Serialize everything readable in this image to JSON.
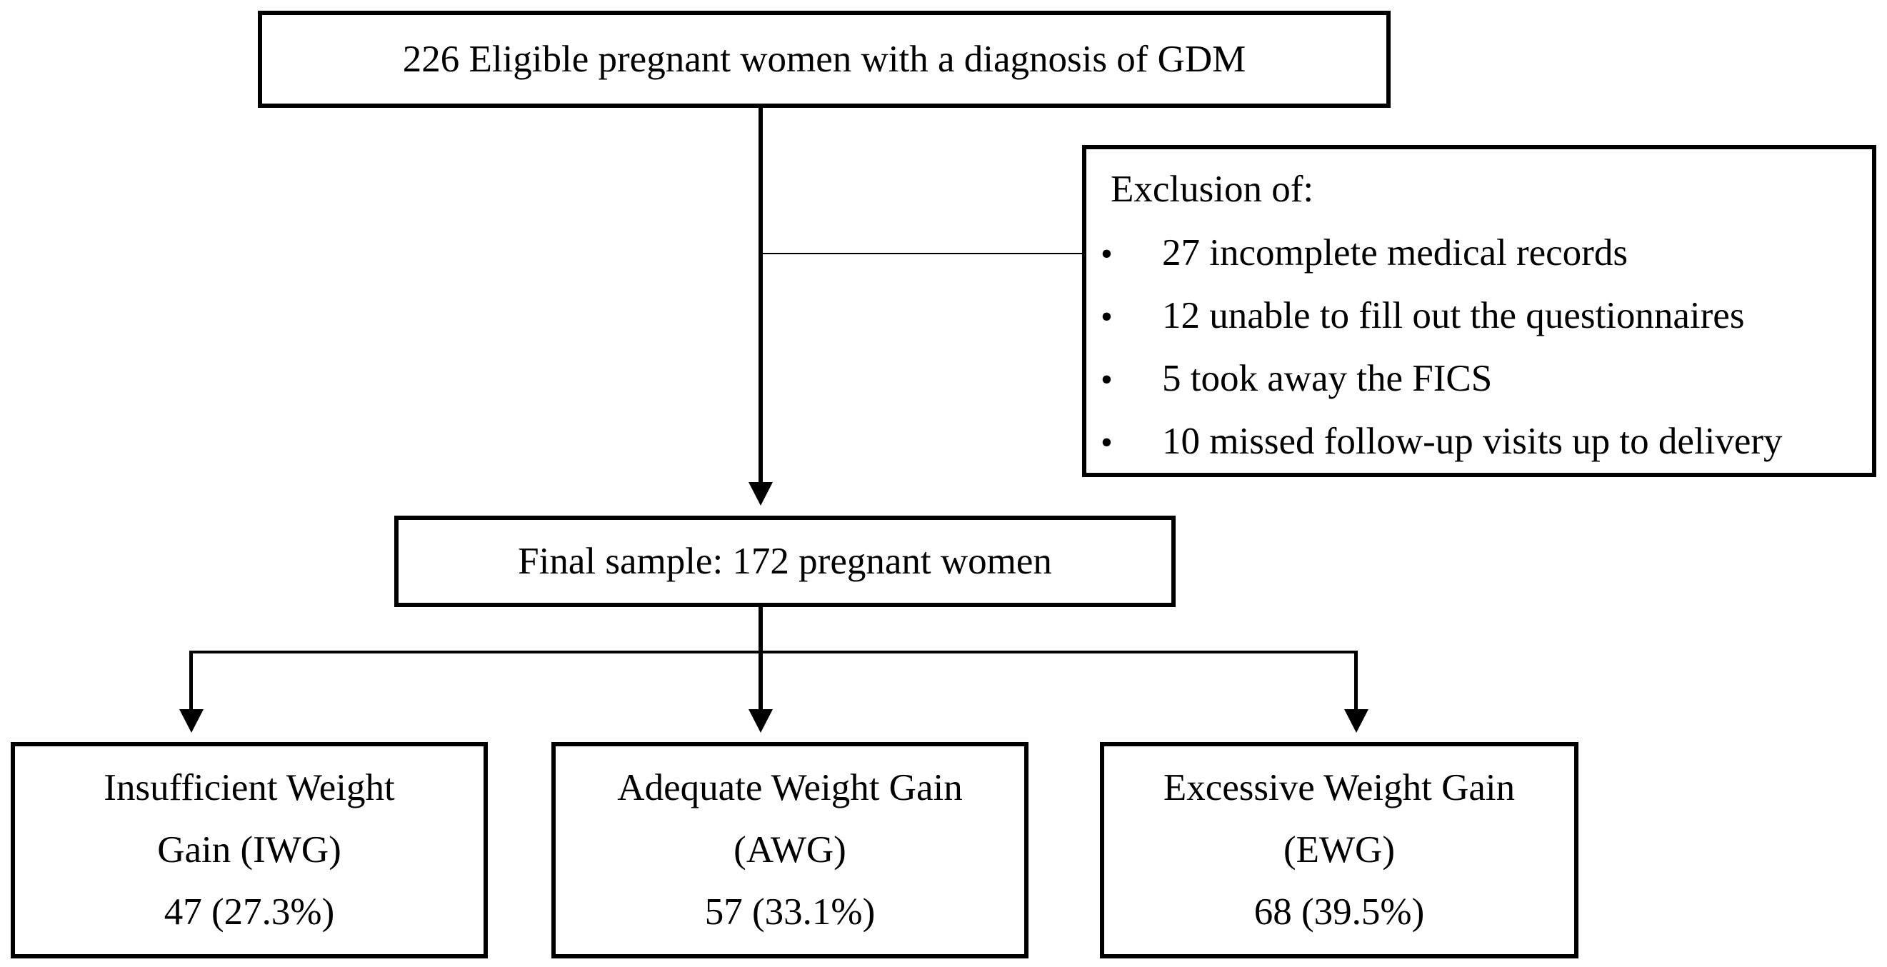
{
  "flowchart": {
    "enrollment": {
      "text": "226 Eligible pregnant women with a diagnosis of GDM"
    },
    "exclusion": {
      "title": "Exclusion of:",
      "bullet_glyph": "•",
      "items": [
        "27 incomplete medical records",
        "12 unable to fill out the questionnaires",
        "5 took away the FICS",
        "10 missed follow-up visits up to delivery"
      ]
    },
    "final_sample": {
      "text": "Final sample: 172 pregnant women"
    },
    "outcomes": [
      {
        "lines": [
          "Insufficient Weight",
          "Gain (IWG)",
          "47 (27.3%)"
        ]
      },
      {
        "lines": [
          "Adequate Weight Gain",
          "(AWG)",
          "57 (33.1%)"
        ]
      },
      {
        "lines": [
          "Excessive Weight Gain",
          "(EWG)",
          "68 (39.5%)"
        ]
      }
    ],
    "colors": {
      "ink": "#000000",
      "paper": "#ffffff"
    }
  }
}
